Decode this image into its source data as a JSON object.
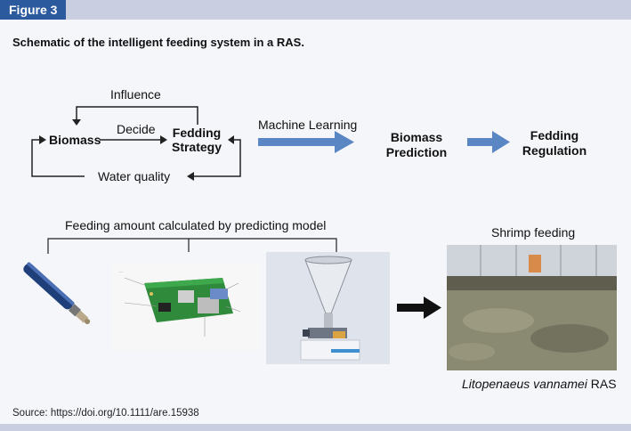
{
  "figure_label": "Figure 3",
  "caption": "Schematic of the intelligent feeding system in a RAS.",
  "nodes": {
    "influence": "Influence",
    "biomass": "Biomass",
    "decide": "Decide",
    "feeding_strategy_1": "Fedding",
    "feeding_strategy_2": "Strategy",
    "water_quality": "Water quality",
    "machine_learning": "Machine Learning",
    "biomass_prediction_1": "Biomass",
    "biomass_prediction_2": "Prediction",
    "feeding_regulation_1": "Fedding",
    "feeding_regulation_2": "Regulation"
  },
  "feeding_amount_label": "Feeding amount calculated by predicting model",
  "shrimp_feeding_label": "Shrimp feeding",
  "photo_caption_species": "Litopenaeus vannamei",
  "photo_caption_suffix": " RAS",
  "source": "Source: https://doi.org/10.1111/are.15938",
  "colors": {
    "header_blue": "#2c5a9e",
    "arrow_blue": "#5b86c4",
    "band": "#c9cfe0"
  }
}
